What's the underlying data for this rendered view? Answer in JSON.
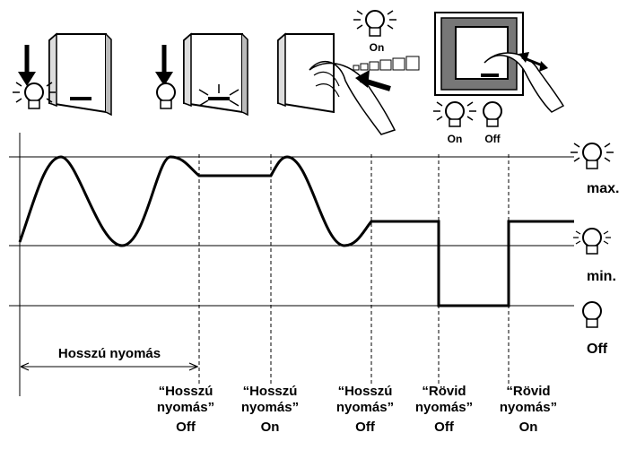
{
  "steps": [
    {
      "id": "dim-device-press-bulb-glowing"
    },
    {
      "id": "dim-device-press-led-flash"
    },
    {
      "id": "hand-touch-with-level-indicator",
      "indicator_label": "On"
    },
    {
      "id": "hand-swipe-framed-switch",
      "bulb_on_label": "On",
      "bulb_off_label": "Off"
    }
  ],
  "levels": {
    "max": "max.",
    "min": "min.",
    "off": "Off"
  },
  "long_press_range_label": "Hosszú nyomás",
  "events": [
    {
      "line1": "“Hosszú",
      "line2": "nyomás”",
      "state": "Off"
    },
    {
      "line1": "“Hosszú",
      "line2": "nyomás”",
      "state": "On"
    },
    {
      "line1": "“Hosszú",
      "line2": "nyomás”",
      "state": "Off"
    },
    {
      "line1": "“Rövid",
      "line2": "nyomás”",
      "state": "Off"
    },
    {
      "line1": "“Rövid",
      "line2": "nyomás”",
      "state": "On"
    }
  ]
}
